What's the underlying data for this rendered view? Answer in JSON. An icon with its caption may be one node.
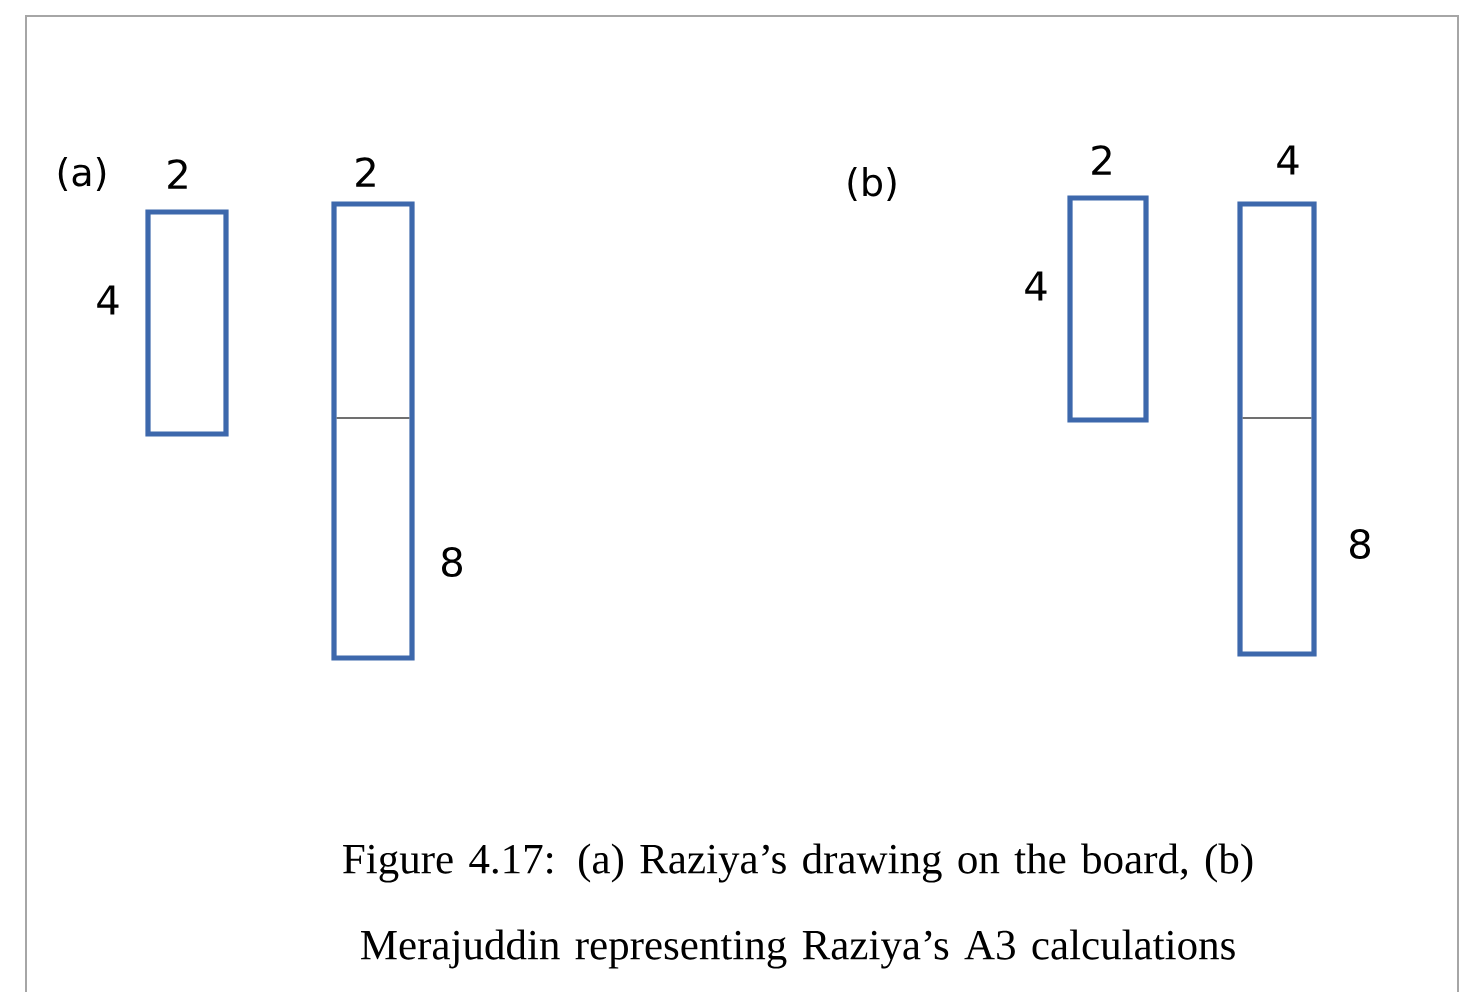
{
  "diagram": {
    "caption": "Figure 4.17: (a) Raziya’s drawing on the board, (b) Merajuddin representing Raziya’s A3 calculations",
    "nodes": [
      {
        "text": [],
        "shape": "box",
        "beside": [
          "2",
          "4"
        ]
      },
      {
        "text": [],
        "shape": "box",
        "beside": [
          "2",
          "8"
        ]
      },
      {
        "text": [],
        "shape": "box",
        "beside": [
          "2",
          "4"
        ]
      },
      {
        "text": [],
        "shape": "box",
        "beside": [
          "4",
          "8"
        ]
      }
    ],
    "labels": [
      "(a)",
      "(b)"
    ]
  }
}
